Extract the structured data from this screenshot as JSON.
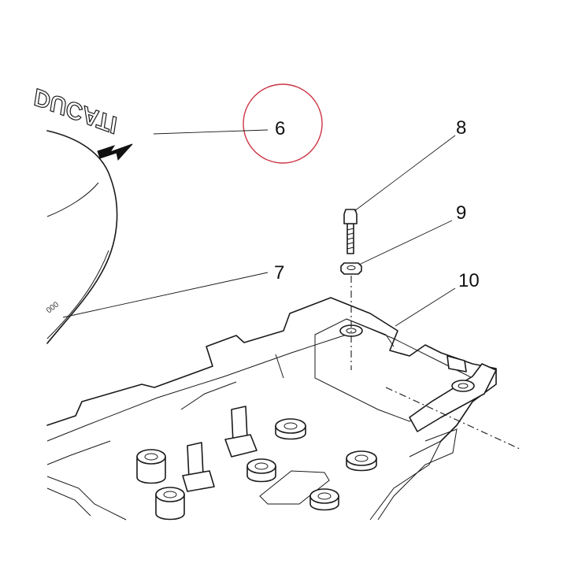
{
  "diagram": {
    "brand_logo_text": "DUCATI",
    "part_marking_text": "000",
    "highlight_color": "#cc3344",
    "callouts": [
      {
        "id": "6",
        "label": "6"
      },
      {
        "id": "7",
        "label": "7"
      },
      {
        "id": "8",
        "label": "8"
      },
      {
        "id": "9",
        "label": "9"
      },
      {
        "id": "10",
        "label": "10"
      }
    ]
  }
}
